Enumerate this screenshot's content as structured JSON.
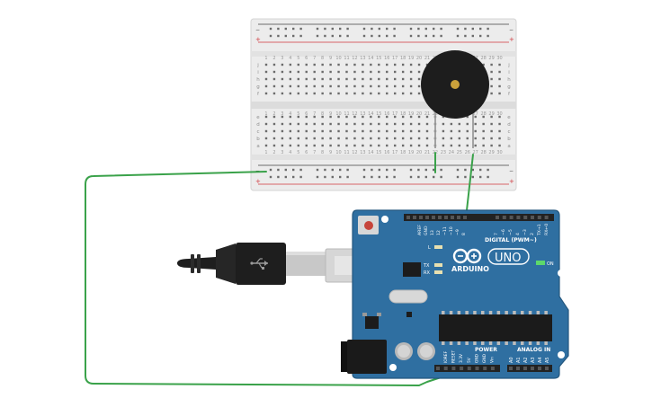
{
  "colors": {
    "board": "#2f6fa1",
    "board_edge": "#25587f",
    "wire": "#3aa24a",
    "breadboard": "#eeeeee",
    "rail_red": "#d0393e",
    "rail_black": "#444444",
    "buzzer": "#1d1d1d",
    "buzzer_center": "#caa13b",
    "led_green": "#5dd86b",
    "reset_red": "#c6443a"
  },
  "breadboard": {
    "row_letters_top": [
      "j",
      "i",
      "h",
      "g",
      "f"
    ],
    "row_letters_bottom": [
      "e",
      "d",
      "c",
      "b",
      "a"
    ],
    "column_numbers": [
      "1",
      "2",
      "3",
      "4",
      "5",
      "6",
      "7",
      "8",
      "9",
      "10",
      "11",
      "12",
      "13",
      "14",
      "15",
      "16",
      "17",
      "18",
      "19",
      "20",
      "21",
      "22",
      "23",
      "24",
      "25",
      "26",
      "27",
      "28",
      "29",
      "30"
    ],
    "rail_plus": "+",
    "rail_minus": "−"
  },
  "arduino": {
    "brand": "ARDUINO",
    "model": "UNO",
    "on_label": "ON",
    "digital_label": "DIGITAL (PWM~)",
    "l_label": "L",
    "tx_label": "TX",
    "rx_label": "RX",
    "power_label": "POWER",
    "analog_label": "ANALOG IN",
    "top_pins": [
      "AREF",
      "GND",
      "13",
      "12",
      "~11",
      "~10",
      "~9",
      "8",
      "7",
      "~6",
      "~5",
      "4",
      "~3",
      "2",
      "TX→1",
      "RX←0"
    ],
    "power_pins": [
      "IOREF",
      "RESET",
      "3.3V",
      "5V",
      "GND",
      "GND",
      "Vin"
    ],
    "analog_pins": [
      "A0",
      "A1",
      "A2",
      "A3",
      "A4",
      "A5"
    ]
  },
  "components": {
    "buzzer": "piezo-buzzer",
    "usb": "usb-b-cable"
  }
}
